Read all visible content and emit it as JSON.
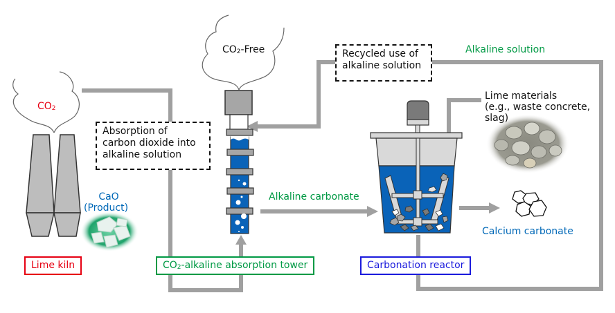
{
  "colors": {
    "pipe": "#a0a0a0",
    "water": "#0a63b8",
    "red": "#e60012",
    "green": "#009944",
    "blue_label": "#0068b7",
    "navy_box": "#1a1adc",
    "equipment_gray": "#a6a6a6",
    "light_gray": "#d9d9d9"
  },
  "lime_kiln": {
    "smoke_label_base": "CO",
    "smoke_label_sub": "2",
    "product_line1": "CaO",
    "product_line2": "(Product)",
    "name": "Lime kiln"
  },
  "absorption_tower": {
    "smoke_label_base": "CO",
    "smoke_label_sub": "2",
    "smoke_label_suffix": "-Free",
    "note_lines": [
      "Absorption of",
      "carbon dioxide into",
      "alkaline solution"
    ],
    "name_base": "CO",
    "name_sub": "2",
    "name_suffix": "-alkaline absorption tower"
  },
  "recycle_note_lines": [
    "Recycled use of",
    "alkaline solution"
  ],
  "flows": {
    "alkaline_solution": "Alkaline solution",
    "alkaline_carbonate": "Alkaline carbonate"
  },
  "reactor": {
    "name": "Carbonation reactor",
    "input_lines": [
      "Lime materials",
      "(e.g., waste concrete,",
      "slag)"
    ],
    "output": "Calcium carbonate"
  }
}
